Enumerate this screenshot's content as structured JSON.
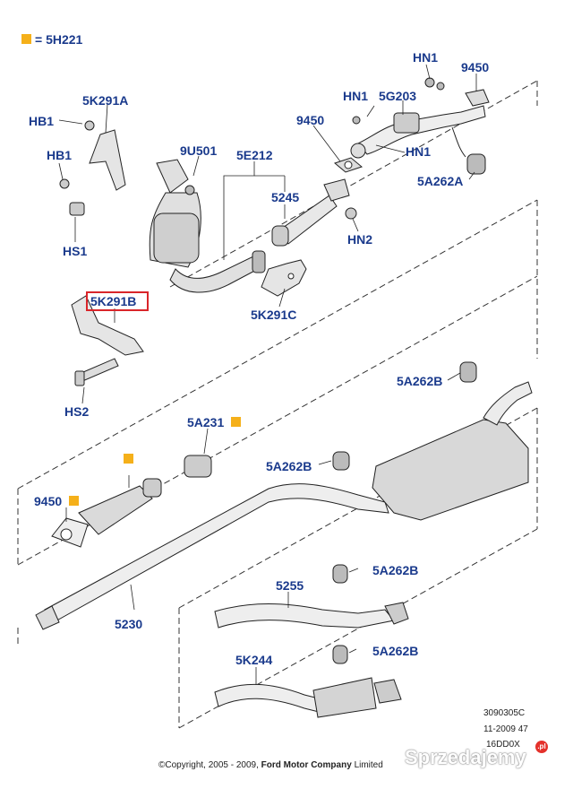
{
  "legend": {
    "marker_color": "#f5b01a",
    "text": "= 5H221"
  },
  "highlight_color": "#d9252a",
  "label_color": "#1a3a8c",
  "labels": {
    "hn1_top": "HN1",
    "n9450_top": "9450",
    "hn1_left": "HN1",
    "n5g203": "5G203",
    "n9450_mid": "9450",
    "hn1_right": "HN1",
    "n5a262a": "5A262A",
    "hn2": "HN2",
    "n5k291a": "5K291A",
    "hb1_a": "HB1",
    "hb1_b": "HB1",
    "hs1": "HS1",
    "n9u501": "9U501",
    "n5e212": "5E212",
    "n5245": "5245",
    "n5k291c": "5K291C",
    "n5k291b": "5K291B",
    "hs2": "HS2",
    "n5a262b_1": "5A262B",
    "n5a231": "5A231",
    "n5a262b_2": "5A262B",
    "n9450_low": "9450",
    "n5a262b_3": "5A262B",
    "n5255": "5255",
    "n5230": "5230",
    "n5k244": "5K244",
    "n5a262b_4": "5A262B"
  },
  "footer": {
    "code1": "3090305C",
    "code2": "11-2009 47",
    "code3": "16DD0X",
    "copyright_prefix": "©Copyright, 2005 - 2009,",
    "copyright_brand": "Ford Motor Company",
    "copyright_suffix": "Limited"
  },
  "watermark": {
    "text": "Sprzedajemy",
    "badge": ".pl",
    "badge_color": "#e4312b"
  }
}
